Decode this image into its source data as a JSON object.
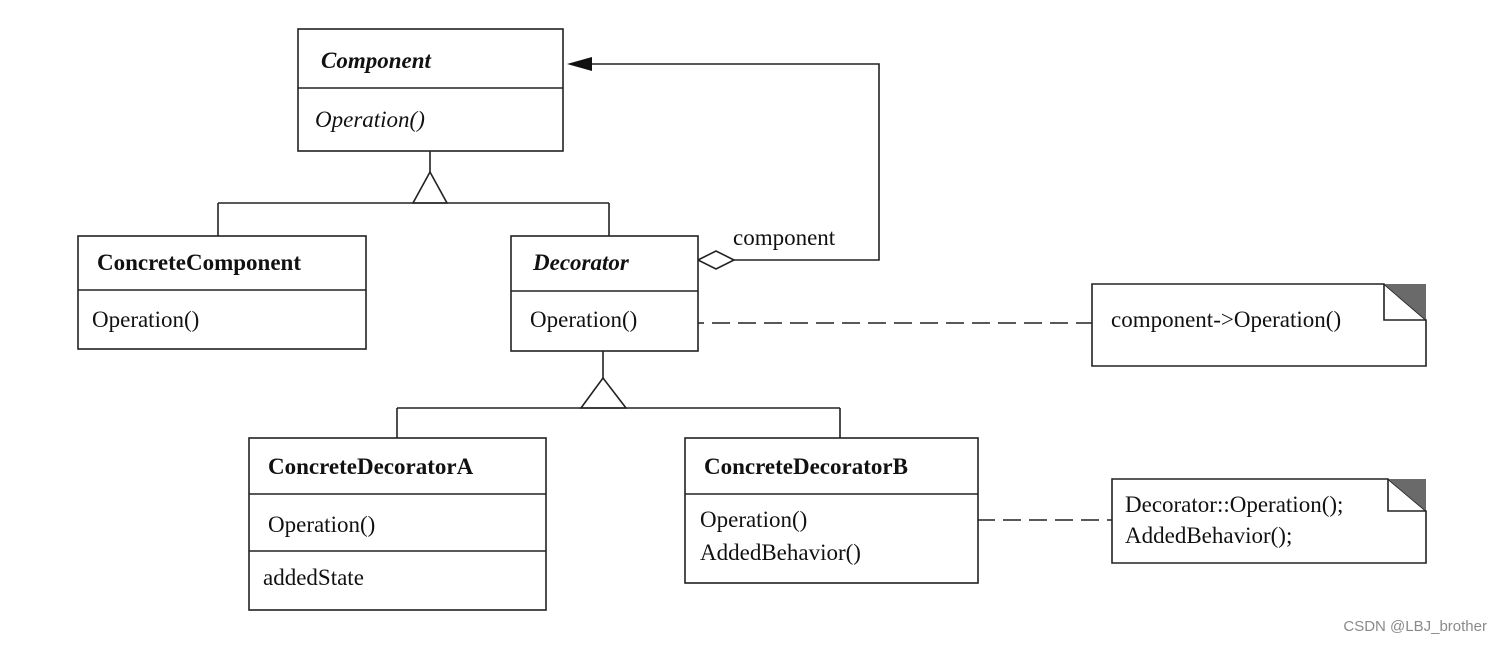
{
  "classes": {
    "component": {
      "name": "Component",
      "operation": "Operation()"
    },
    "concrete_component": {
      "name": "ConcreteComponent",
      "operation": "Operation()"
    },
    "decorator": {
      "name": "Decorator",
      "operation": "Operation()"
    },
    "concrete_decorator_a": {
      "name": "ConcreteDecoratorA",
      "operation": "Operation()",
      "state": "addedState"
    },
    "concrete_decorator_b": {
      "name": "ConcreteDecoratorB",
      "operation": "Operation()",
      "behavior": "AddedBehavior()"
    }
  },
  "association": {
    "label": "component"
  },
  "notes": {
    "decorator_note": "component->Operation()",
    "decorator_b_note_line1": "Decorator::Operation();",
    "decorator_b_note_line2": "AddedBehavior();"
  },
  "watermark": "CSDN @LBJ_brother"
}
